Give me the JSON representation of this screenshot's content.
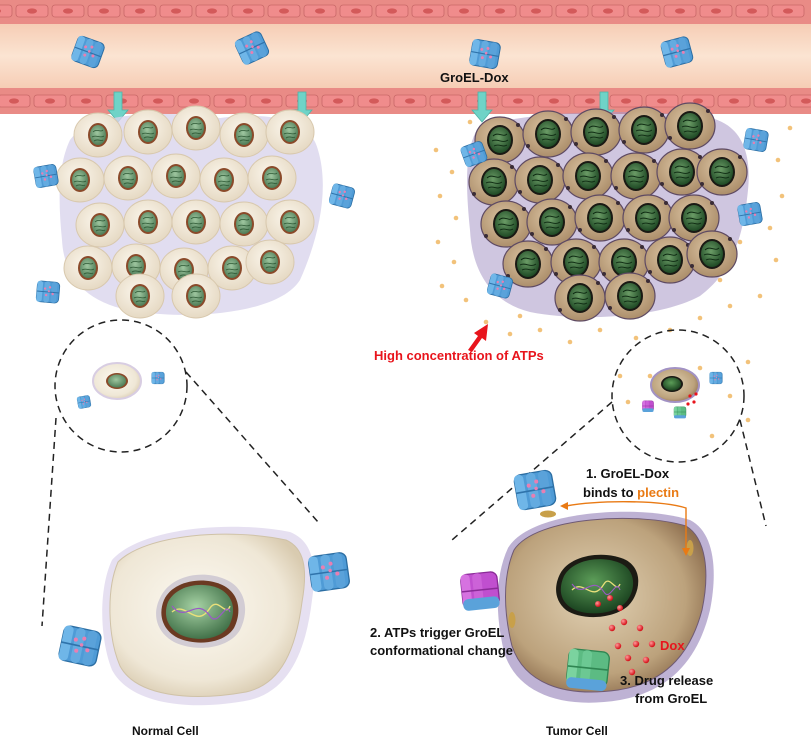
{
  "labels": {
    "groel_dox": "GroEL-Dox",
    "high_atp": "High concentration of ATPs",
    "step1_a": "1.  GroEL-Dox",
    "step1_b": "binds to",
    "plectin": "plectin",
    "step2_a": "2. ATPs trigger GroEL",
    "step2_b": "conformational change",
    "dox": "Dox",
    "step3_a": "3. Drug release",
    "step3_b": "from GroEL",
    "normal_cell": "Normal Cell",
    "tumor_cell": "Tumor Cell"
  },
  "colors": {
    "vessel_wall": "#e98b86",
    "vessel_lumen": "#f9dcc6",
    "normal_cell": "#efe6d6",
    "tumor_cell": "#c9ad8c",
    "nucleus": "#5f8a66",
    "groel": "#57a5dc",
    "groel_atp": "#c74fd0",
    "groel_open": "#63c08a",
    "atp_dot": "#f2c27a",
    "dox": "#e8141c",
    "plectin": "#e97a14",
    "arrow_red": "#e8141c",
    "arrow_teal": "#6fd3c7"
  }
}
